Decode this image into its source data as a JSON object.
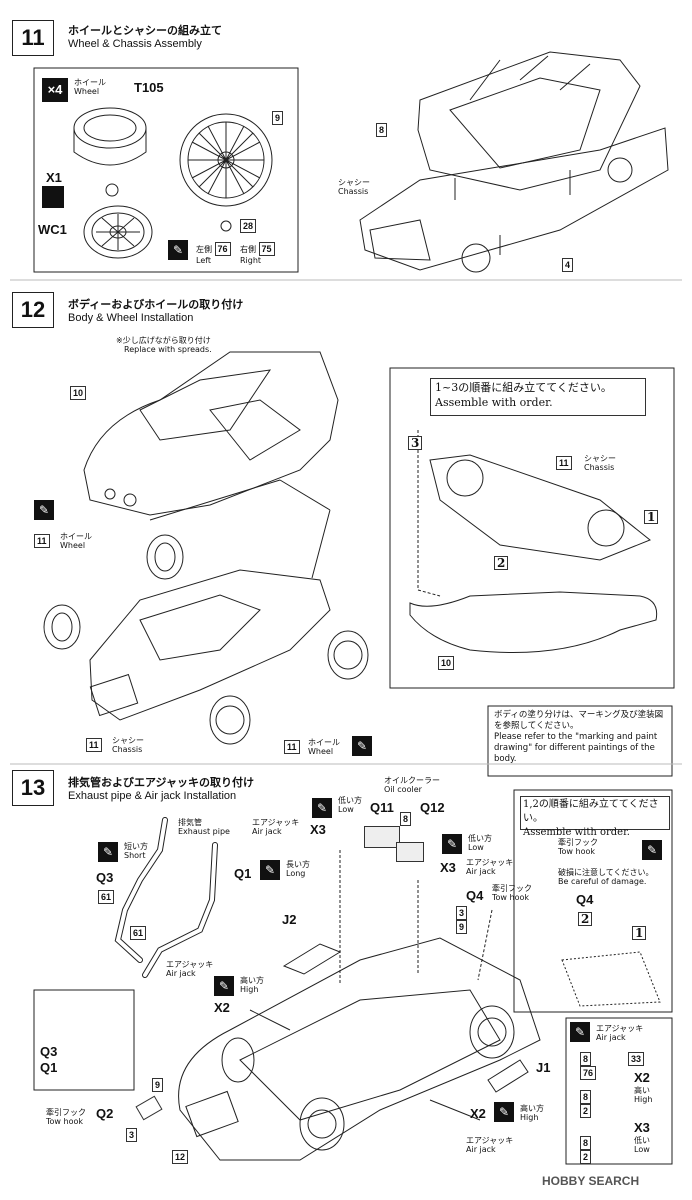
{
  "steps": {
    "s11": {
      "num": "11",
      "title_jp": "ホイールとシャシーの組み立て",
      "title_en": "Wheel & Chassis Assembly",
      "x4": "×4",
      "wheel_jp": "ホイール",
      "wheel_en": "Wheel",
      "t105": "T105",
      "x1": "X1",
      "wc1": "WC1",
      "p9": "9",
      "p28": "28",
      "left_jp": "左側",
      "left_en": "Left",
      "left_num": "76",
      "right_jp": "右側",
      "right_en": "Right",
      "right_num": "75",
      "p8": "8",
      "chassis_jp": "シャシー",
      "chassis_en": "Chassis",
      "p4": "4"
    },
    "s12": {
      "num": "12",
      "title_jp": "ボディーおよびホイールの取り付け",
      "title_en": "Body & Wheel Installation",
      "spread_jp": "※少し広げながら取り付け",
      "spread_en": "Replace with spreads.",
      "p10": "10",
      "p11a": "11",
      "wheel_jp": "ホイール",
      "wheel_en": "Wheel",
      "p11b": "11",
      "chassis_jp": "シャシー",
      "chassis_en": "Chassis",
      "p11c": "11",
      "wheel2_jp": "ホイール",
      "wheel2_en": "Wheel",
      "order_jp": "1~3の順番に組み立ててください。",
      "order_en": "Assemble with order.",
      "i3": "3",
      "p11d": "11",
      "chassis2_jp": "シャシー",
      "chassis2_en": "Chassis",
      "i1": "1",
      "i2": "2",
      "p10b": "10",
      "paint_note_jp": "ボディの塗り分けは、マーキング及び塗装図を参照してください。",
      "paint_note_en": "Please refer to the \"marking and paint drawing\" for different paintings of the body."
    },
    "s13": {
      "num": "13",
      "title_jp": "排気管およびエアジャッキの取り付け",
      "title_en": "Exhaust pipe & Air jack Installation",
      "exhaust_jp": "排気管",
      "exhaust_en": "Exhaust pipe",
      "short_jp": "短い方",
      "short_en": "Short",
      "q3": "Q3",
      "p61a": "61",
      "p61b": "61",
      "q1": "Q1",
      "long_jp": "長い方",
      "long_en": "Long",
      "airjack_jp": "エアジャッキ",
      "airjack_en": "Air jack",
      "low_jp": "低い方",
      "low_en": "Low",
      "x3": "X3",
      "oil_jp": "オイルクーラー",
      "oil_en": "Oil cooler",
      "q11": "Q11",
      "q12": "Q12",
      "p8": "8",
      "low2_jp": "低い方",
      "low2_en": "Low",
      "x3b": "X3",
      "airjack2_jp": "エアジャッキ",
      "airjack2_en": "Air jack",
      "tow_jp": "牽引フック",
      "tow_en": "Tow hook",
      "q4": "Q4",
      "p3": "3",
      "p9": "9",
      "j2": "J2",
      "high_jp": "高い方",
      "high_en": "High",
      "x2": "X2",
      "airjack3_jp": "エアジャッキ",
      "airjack3_en": "Air jack",
      "q3b": "Q3",
      "q1b": "Q1",
      "tow2_jp": "牽引フック",
      "tow2_en": "Tow hook",
      "q2": "Q2",
      "p9b": "9",
      "p3b": "3",
      "p12": "12",
      "j1": "J1",
      "x2b": "X2",
      "high2_jp": "高い方",
      "high2_en": "High",
      "airjack4_jp": "エアジャッキ",
      "airjack4_en": "Air jack",
      "order_jp": "1,2の順番に組み立ててください。",
      "order_en": "Assemble with order.",
      "tow3_jp": "牽引フック",
      "tow3_en": "Tow hook",
      "damage_jp": "破損に注意してください。",
      "damage_en": "Be careful of damage.",
      "q4b": "Q4",
      "i2": "2",
      "i1": "1",
      "legend_jp": "エアジャッキ",
      "legend_en": "Air jack",
      "l8": "8",
      "l76": "76",
      "l33": "33",
      "lx2": "X2",
      "lhigh_jp": "高い",
      "lhigh_en": "High",
      "l8b": "8",
      "l2": "2",
      "lx3": "X3",
      "llow_jp": "低い",
      "llow_en": "Low",
      "l8c": "8",
      "l2b": "2"
    }
  },
  "watermark": "HOBBY SEARCH"
}
